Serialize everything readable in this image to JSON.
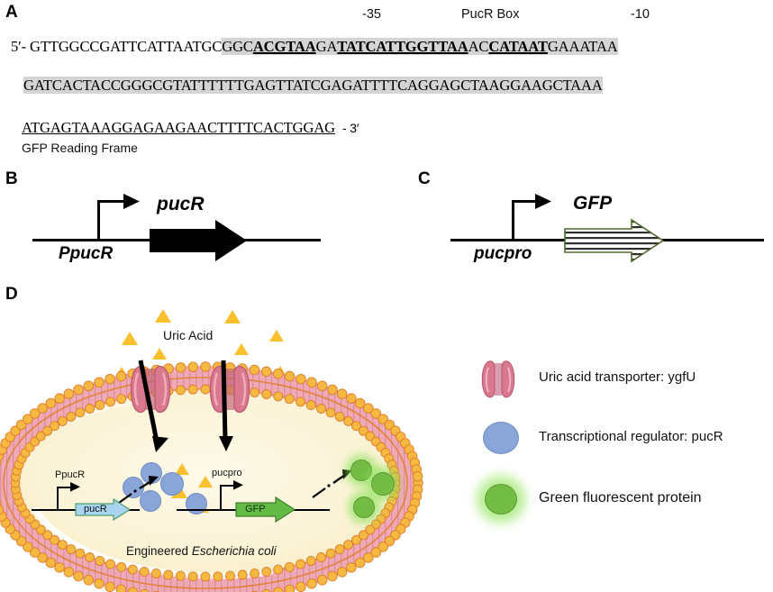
{
  "panels": {
    "a": "A",
    "b": "B",
    "c": "C",
    "d": "D"
  },
  "panel_a": {
    "markers": {
      "minus35": "-35",
      "pucr_box": "PucR Box",
      "minus10": "-10"
    },
    "line1": {
      "five_prime": "5′-",
      "plain_pre": "GTTGGCCGATTCATTAATGC",
      "hl_pre": "GGC",
      "motif_minus35": "ACGTAA",
      "between1": "GA",
      "motif_pucr_box": "TATCATTGGTTAA",
      "between2": "AC",
      "motif_minus10": "CATAAT",
      "hl_post": "GAAATAA"
    },
    "line2": "GATCACTACCGGGCGTATTTTTTGAGTTATCGAGATTTTCAGGAGCTAAGGAAGCTAAA",
    "line3": {
      "sequence": "ATGAGTAAAGGAGAAGAACTTTTCACTGGAG",
      "three_prime": "- 3′",
      "caption": "GFP Reading Frame"
    }
  },
  "panel_b": {
    "promoter_label": "PpucR",
    "gene_label": "pucR"
  },
  "panel_c": {
    "promoter_label": "pucpro",
    "gene_label": "GFP"
  },
  "panel_d": {
    "uric_acid_label": "Uric Acid",
    "organism_label_prefix": "Engineered ",
    "organism_label_italic": "Escherichia coli",
    "circuit": {
      "promoter1": "PpucR",
      "gene1": "pucR",
      "promoter2": "pucpro",
      "gene2": "GFP"
    },
    "legend": [
      {
        "icon": "transporter-icon",
        "label": "Uric acid transporter: ygfU"
      },
      {
        "icon": "blue-circle-icon",
        "label": "Transcriptional regulator: pucR"
      },
      {
        "icon": "green-glow-circle-icon",
        "label": "Green fluorescent protein"
      }
    ]
  },
  "colors": {
    "uric_acid": "#fcc02e",
    "regulator_blue": "#8aa6d8",
    "gfp_green": "#74bd45",
    "membrane_head": "#f5b942",
    "membrane_tail": "#eda9b4",
    "cytoplasm": "#fbf3d5",
    "transporter": "#d9788f",
    "highlight_gray": "#d4d4d4",
    "pucr_arrow_blue": "#a8d4f0",
    "gfp_arrow_green": "#63bb46"
  }
}
